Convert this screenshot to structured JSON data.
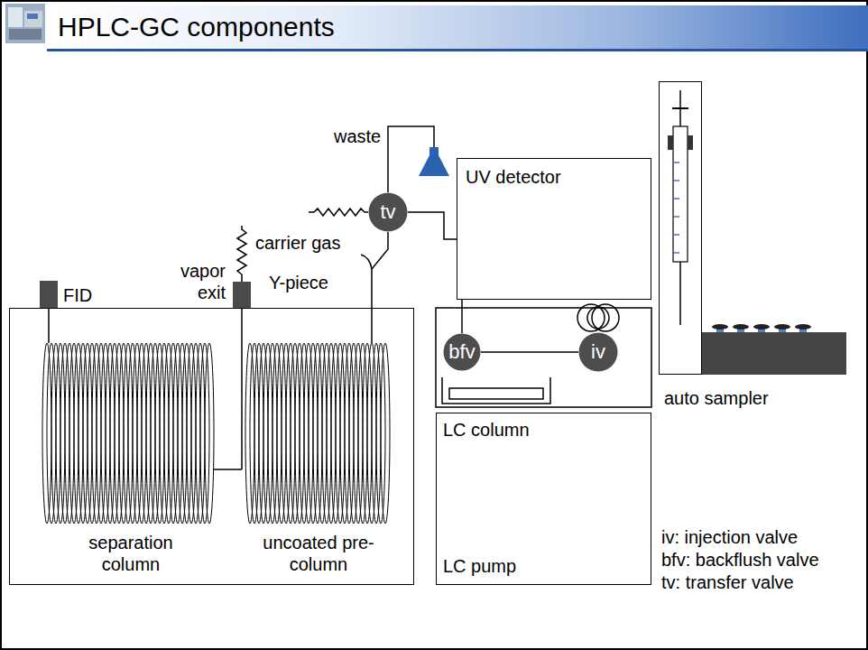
{
  "diagram": {
    "title": "HPLC-GC components",
    "nodes": [
      {
        "text": [
          "separation column",
          "uncoated pre-column"
        ]
      },
      {
        "text": [
          "FID"
        ]
      },
      {
        "text": [
          "vapor exit"
        ]
      },
      {
        "text": [
          "tv"
        ]
      },
      {
        "text": [
          "UV detector"
        ]
      },
      {
        "text": [
          "bfv"
        ]
      },
      {
        "text": [
          "iv"
        ]
      },
      {
        "text": [
          "LC column",
          "LC pump"
        ]
      },
      {
        "text": [
          "auto sampler"
        ]
      }
    ],
    "edges": [
      {
        "from": 3,
        "to": 0,
        "arrow": "none"
      },
      {
        "from": 3,
        "to": 4,
        "arrow": "none"
      },
      {
        "from": 4,
        "to": 5,
        "arrow": "none"
      },
      {
        "from": 5,
        "to": 6,
        "arrow": "none"
      }
    ],
    "labels": [
      "waste",
      "carrier gas",
      "Y-piece",
      "iv: injection valve",
      "bfv: backflush valve",
      "tv: transfer valve"
    ]
  }
}
